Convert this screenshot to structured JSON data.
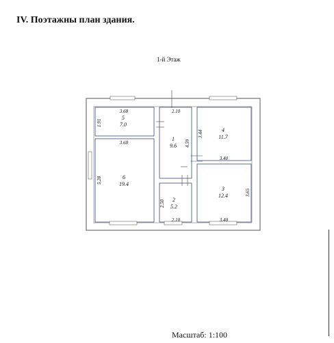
{
  "heading": "IV. Поэтажны план здания.",
  "floor_label": "1-й Этаж",
  "scale_text": "Масштаб: 1:100",
  "rooms": [
    {
      "number": "1",
      "area": "9.6"
    },
    {
      "number": "2",
      "area": "5.2"
    },
    {
      "number": "3",
      "area": "12.4"
    },
    {
      "number": "4",
      "area": "11.7"
    },
    {
      "number": "5",
      "area": "7.0"
    },
    {
      "number": "6",
      "area": "19.4"
    }
  ],
  "dimensions": {
    "room5_width": "3.68",
    "room5_height": "1.91",
    "room6_width": "3.68",
    "room6_height": "5.28",
    "room1_width": "2.10",
    "room1_height": "4.59",
    "room2_width": "2.10",
    "room2_height": "2.50",
    "room4_height": "3.44",
    "room4_width": "3.40",
    "room3_width": "3.40",
    "room3_height": "3.65"
  },
  "colors": {
    "wall": "#555555",
    "room_outline": "#3b4a7a",
    "text": "#111111"
  }
}
